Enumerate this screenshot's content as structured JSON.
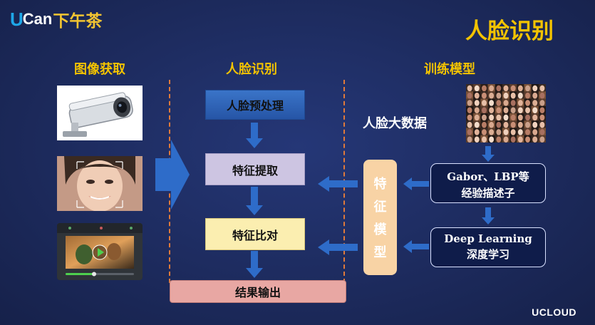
{
  "logo": {
    "u": "U",
    "can": "Can",
    "tea": "下午茶"
  },
  "title": "人脸识别",
  "columns": {
    "acquire": "图像获取",
    "recognize": "人脸识别",
    "train": "训练模型"
  },
  "pipeline": {
    "preprocess": "人脸预处理",
    "feature_extract": "特征提取",
    "feature_compare": "特征比对",
    "result_output": "结果输出"
  },
  "model": {
    "chars": [
      "特",
      "征",
      "模",
      "型"
    ]
  },
  "big_data_label": "人脸大数据",
  "training": {
    "handcrafted_line1": "Gabor、LBP等",
    "handcrafted_line2": "经验描述子",
    "deep_line1": "Deep Learning",
    "deep_line2": "深度学习"
  },
  "footer": {
    "brand": "UCLOUD"
  },
  "colors": {
    "accent_yellow": "#f3c300",
    "arrow_blue": "#2e6cc9",
    "dash_orange": "#e07a3a",
    "preprocess_fill": "#2f64b8",
    "extract_fill": "#cdc5e2",
    "compare_fill": "#fbeeb0",
    "output_fill": "#e8a7a3",
    "model_fill": "#f8d3a5"
  },
  "icons": [
    "security-camera-icon",
    "face-photo-icon",
    "video-player-icon",
    "face-mosaic-icon"
  ]
}
